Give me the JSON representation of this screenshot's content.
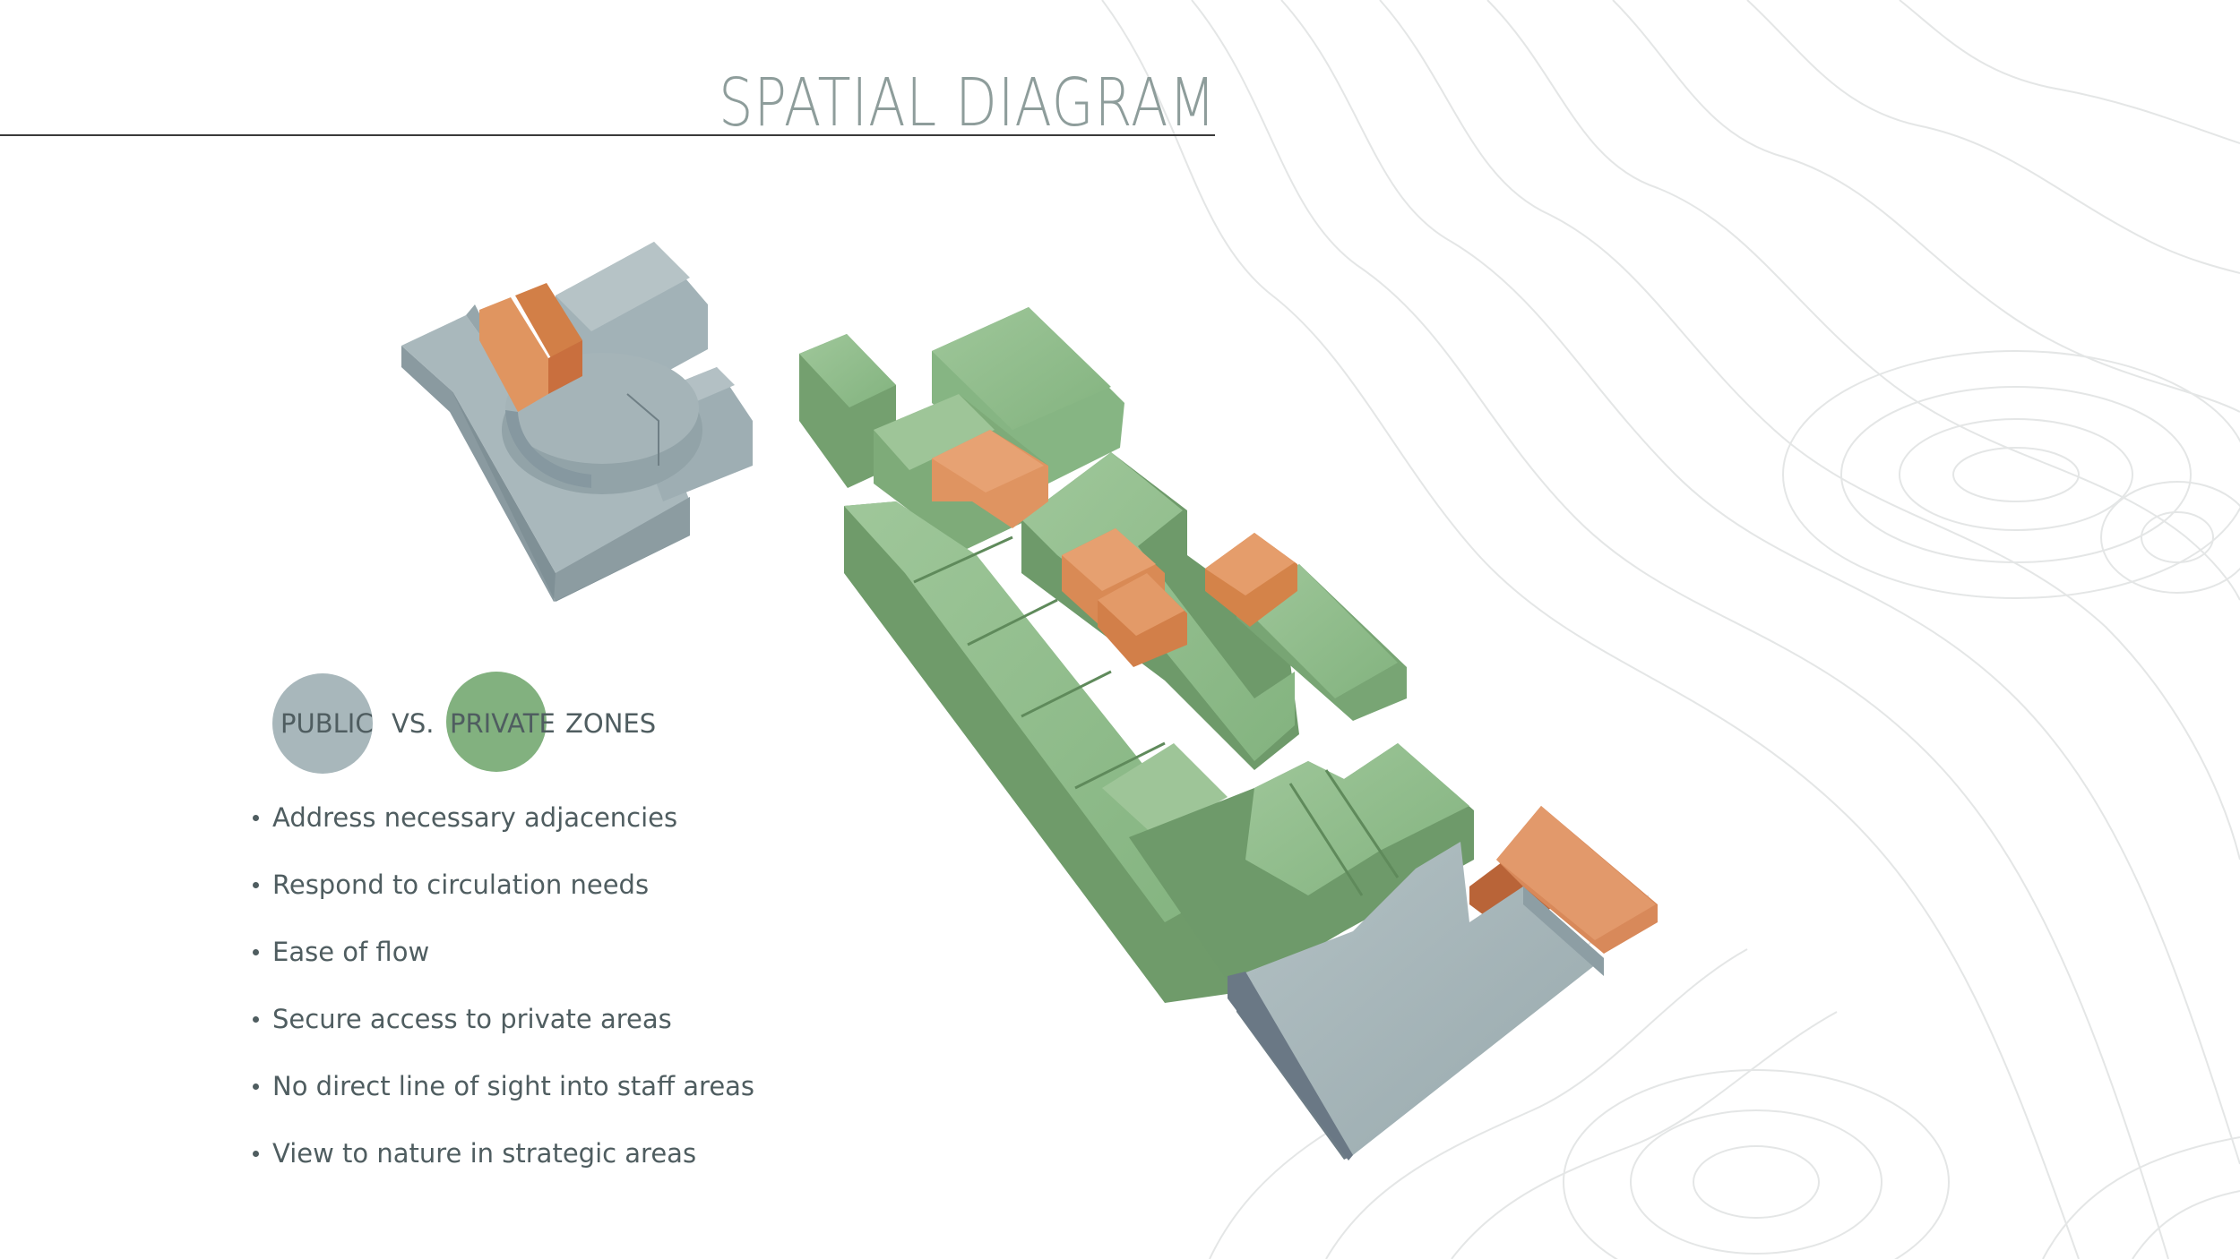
{
  "title": "SPATIAL DIAGRAM",
  "legend": {
    "public_label": "PUBLIC",
    "vs_label": "VS.",
    "private_label": "PRIVATE",
    "zones_label": "ZONES"
  },
  "bullets": [
    "Address necessary adjacencies",
    "Respond to circulation needs",
    "Ease of flow",
    "Secure access to private areas",
    "No direct line of sight into staff areas",
    "View to nature in strategic areas"
  ],
  "colors": {
    "title": "#8e9d9b",
    "rule": "#3a3a3a",
    "text": "#4f5d60",
    "public_zone": "#a8b7bb",
    "private_zone": "#82b17f",
    "service_zone": "#d98a5a",
    "contour": "#e2e4e4"
  }
}
